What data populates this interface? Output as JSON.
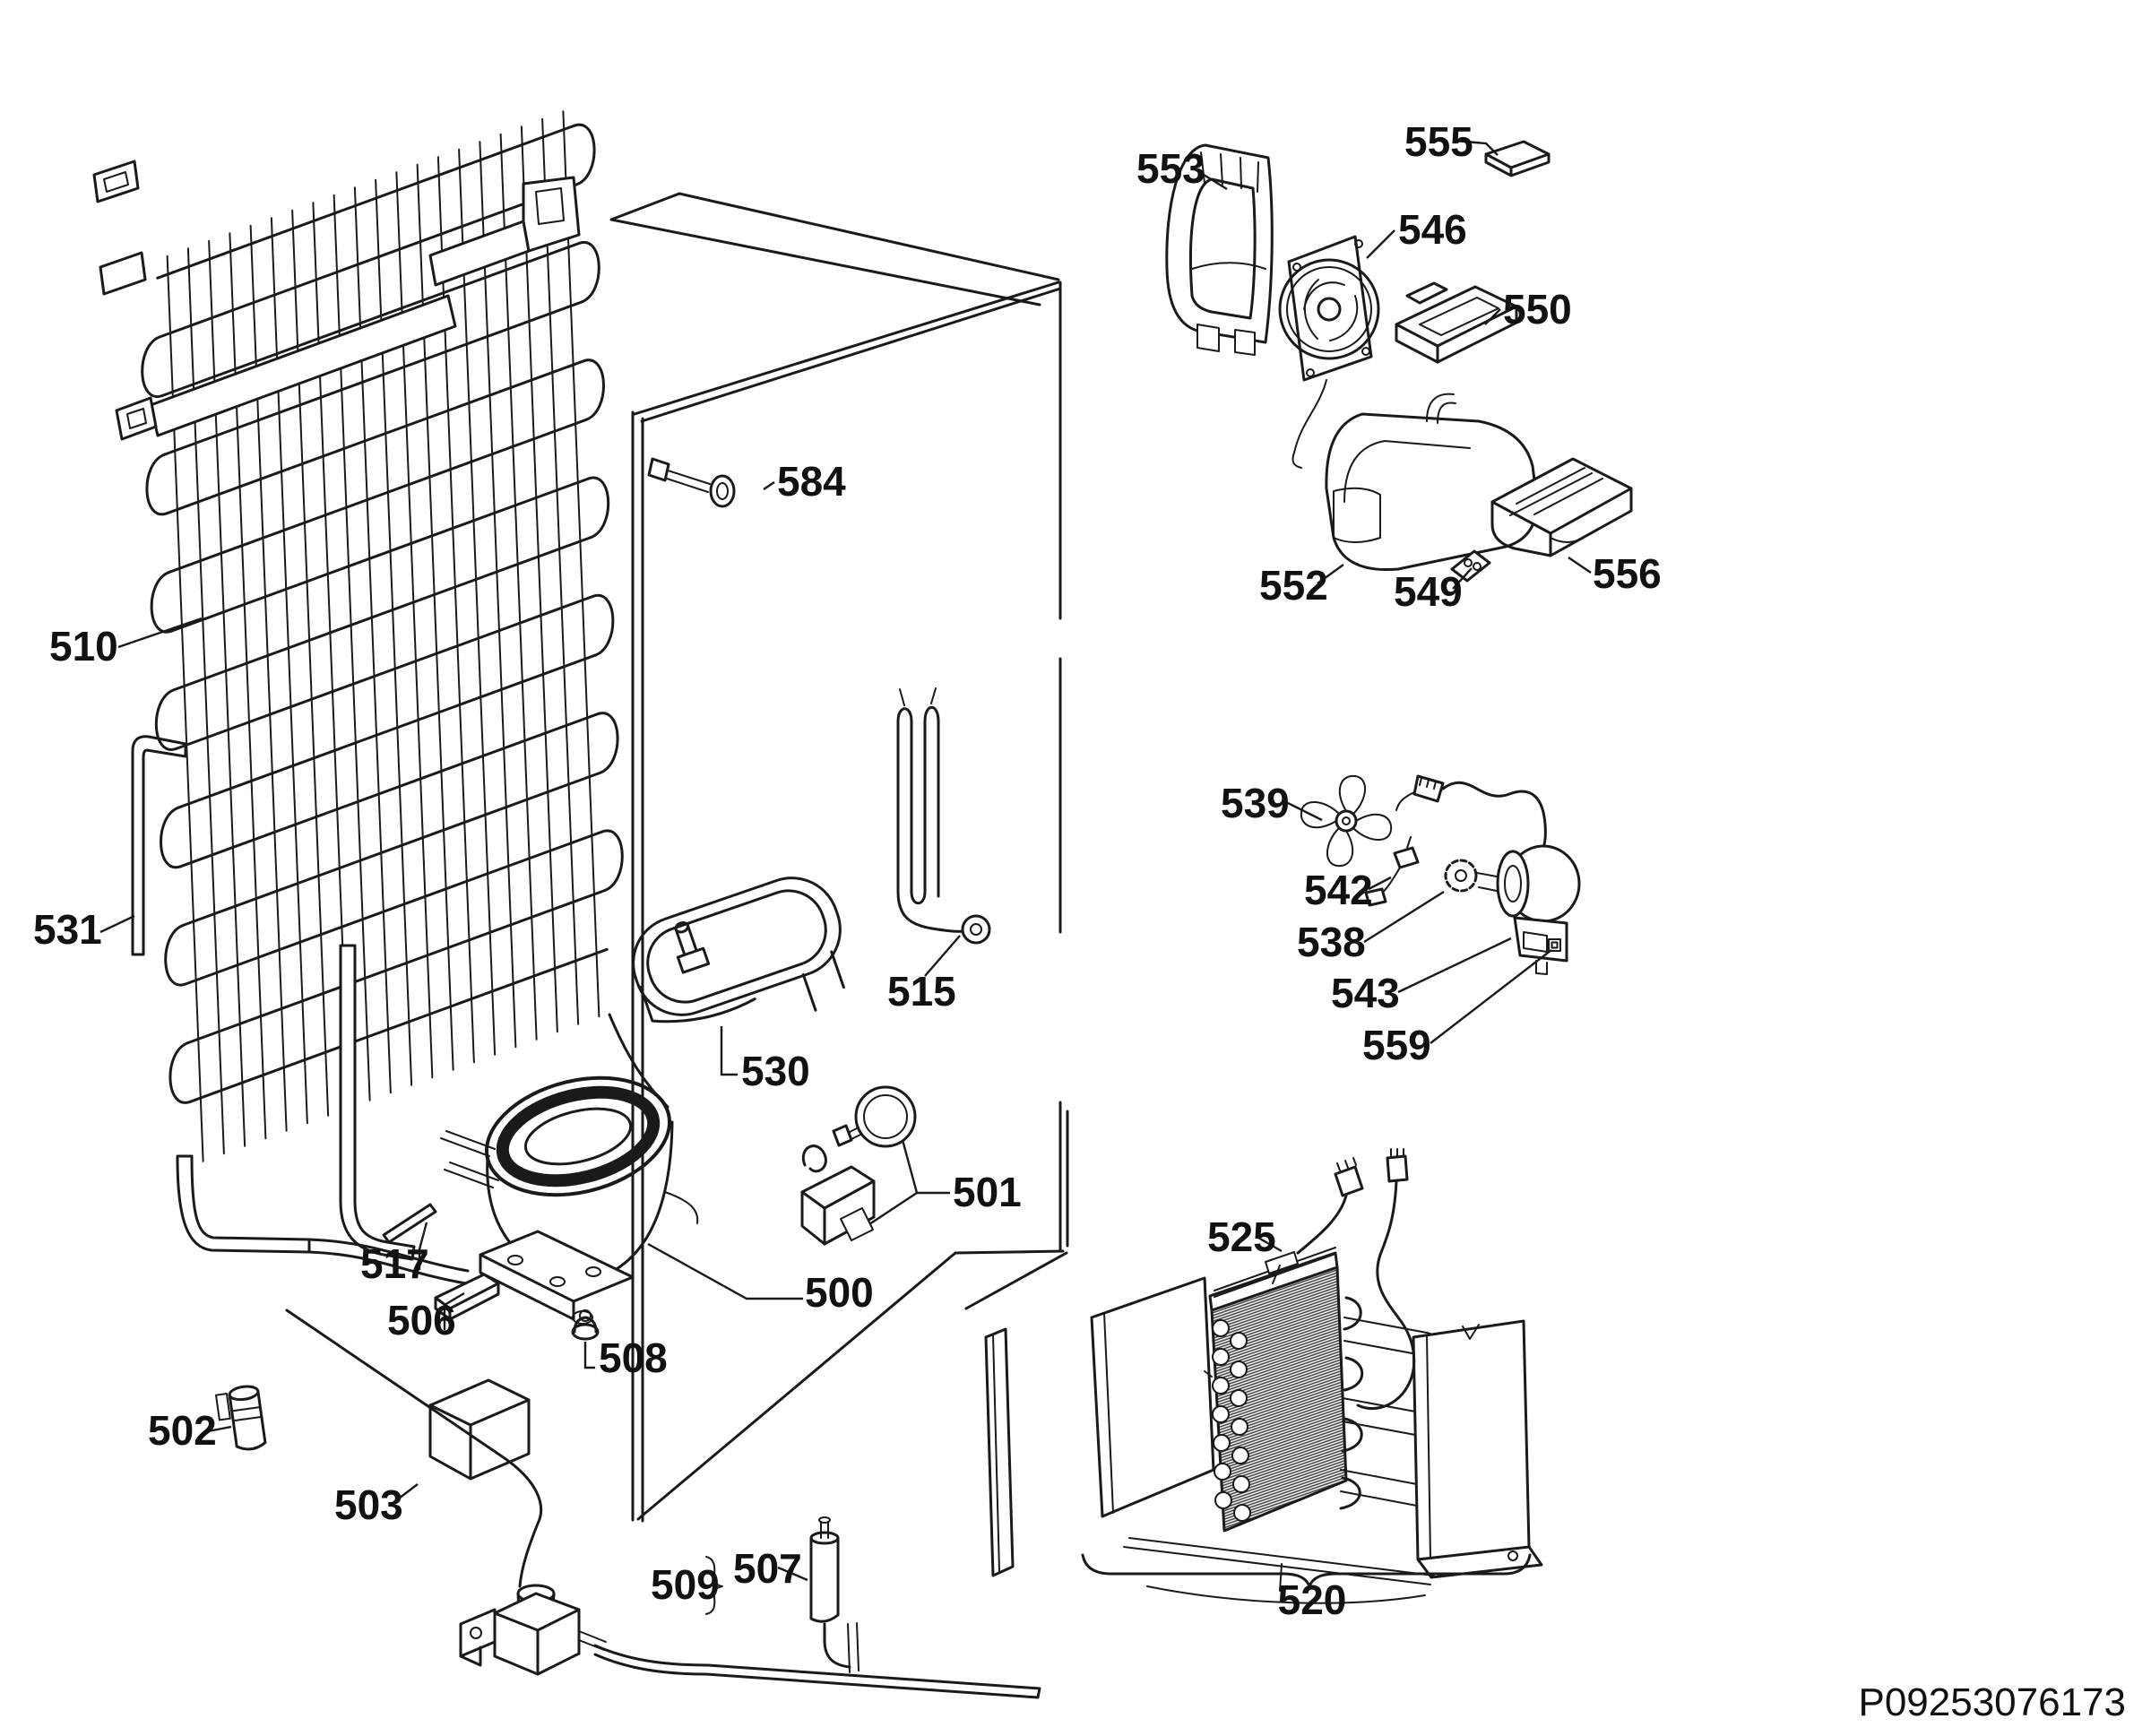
{
  "page": {
    "background": "#ffffff",
    "ink_color": "#1a1a1a",
    "doc_code": "P09253076173"
  },
  "parts": [
    {
      "label": "510"
    },
    {
      "label": "531"
    },
    {
      "label": "502"
    },
    {
      "label": "503"
    },
    {
      "label": "517"
    },
    {
      "label": "506"
    },
    {
      "label": "508"
    },
    {
      "label": "500"
    },
    {
      "label": "501"
    },
    {
      "label": "530"
    },
    {
      "label": "515"
    },
    {
      "label": "584"
    },
    {
      "label": "525"
    },
    {
      "label": "520"
    },
    {
      "label": "539"
    },
    {
      "label": "542"
    },
    {
      "label": "538"
    },
    {
      "label": "543"
    },
    {
      "label": "559"
    },
    {
      "label": "553"
    },
    {
      "label": "555"
    },
    {
      "label": "546"
    },
    {
      "label": "550"
    },
    {
      "label": "552"
    },
    {
      "label": "549"
    },
    {
      "label": "556"
    },
    {
      "label": "509"
    },
    {
      "label": "507"
    }
  ]
}
